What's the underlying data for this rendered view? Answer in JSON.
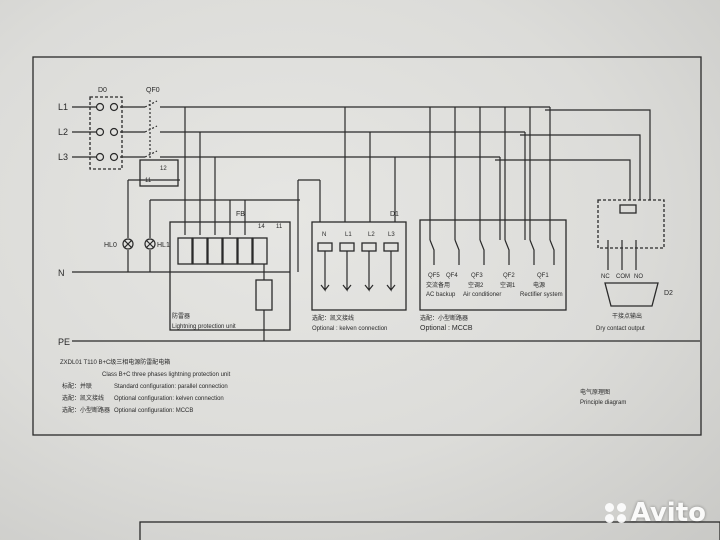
{
  "lines": {
    "l1": "L1",
    "l2": "L2",
    "l3": "L3",
    "n": "N",
    "pe": "PE"
  },
  "components": {
    "d0": "D0",
    "qf0": "QF0",
    "fb": "FB",
    "d1": "D1",
    "d2": "D2",
    "hl0": "HL0",
    "hl1": "HL1",
    "relay_12": "12",
    "relay_11": "11",
    "relay_14": "14",
    "relay_11b": "11",
    "d1_terminals": [
      "N",
      "L1",
      "L2",
      "L3"
    ]
  },
  "fb_label": {
    "cn": "防雷器",
    "en": "Lightning protection unit"
  },
  "kelvin": {
    "cn": "选配：凯文接线",
    "en": "Optional : kelven connection"
  },
  "mccb": {
    "cn": "选配：小型断路器",
    "en": "Optional : MCCB",
    "breakers": [
      {
        "id": "QF5",
        "cn": "交流备用",
        "en": "AC backup"
      },
      {
        "id": "QF4",
        "cn": "",
        "en": ""
      },
      {
        "id": "QF3",
        "cn": "空调2",
        "en": "Air conditioner"
      },
      {
        "id": "QF2",
        "cn": "空调1",
        "en": ""
      },
      {
        "id": "QF1",
        "cn": "电源",
        "en": "Rectifier system"
      }
    ]
  },
  "dry_contact": {
    "cn": "干接点输出",
    "en": "Dry contact output",
    "nc": "NC",
    "com": "COM",
    "no": "NO"
  },
  "notes": {
    "model": "ZXDL01 T110  B+C级三相电源防雷配电箱",
    "class": "Class B+C three phases lightning protection unit",
    "std_cn": "标配：并联",
    "std": "Standard configuration:  parallel connection",
    "opt1_cn": "选配：凯文接线",
    "opt1": "Optional configuration: kelven connection",
    "opt2_cn": "选配：小型断路器",
    "opt2": "Optional configuration: MCCB"
  },
  "principle": {
    "cn": "电气原理图",
    "en": "Principle diagram"
  },
  "watermark": "Avito"
}
